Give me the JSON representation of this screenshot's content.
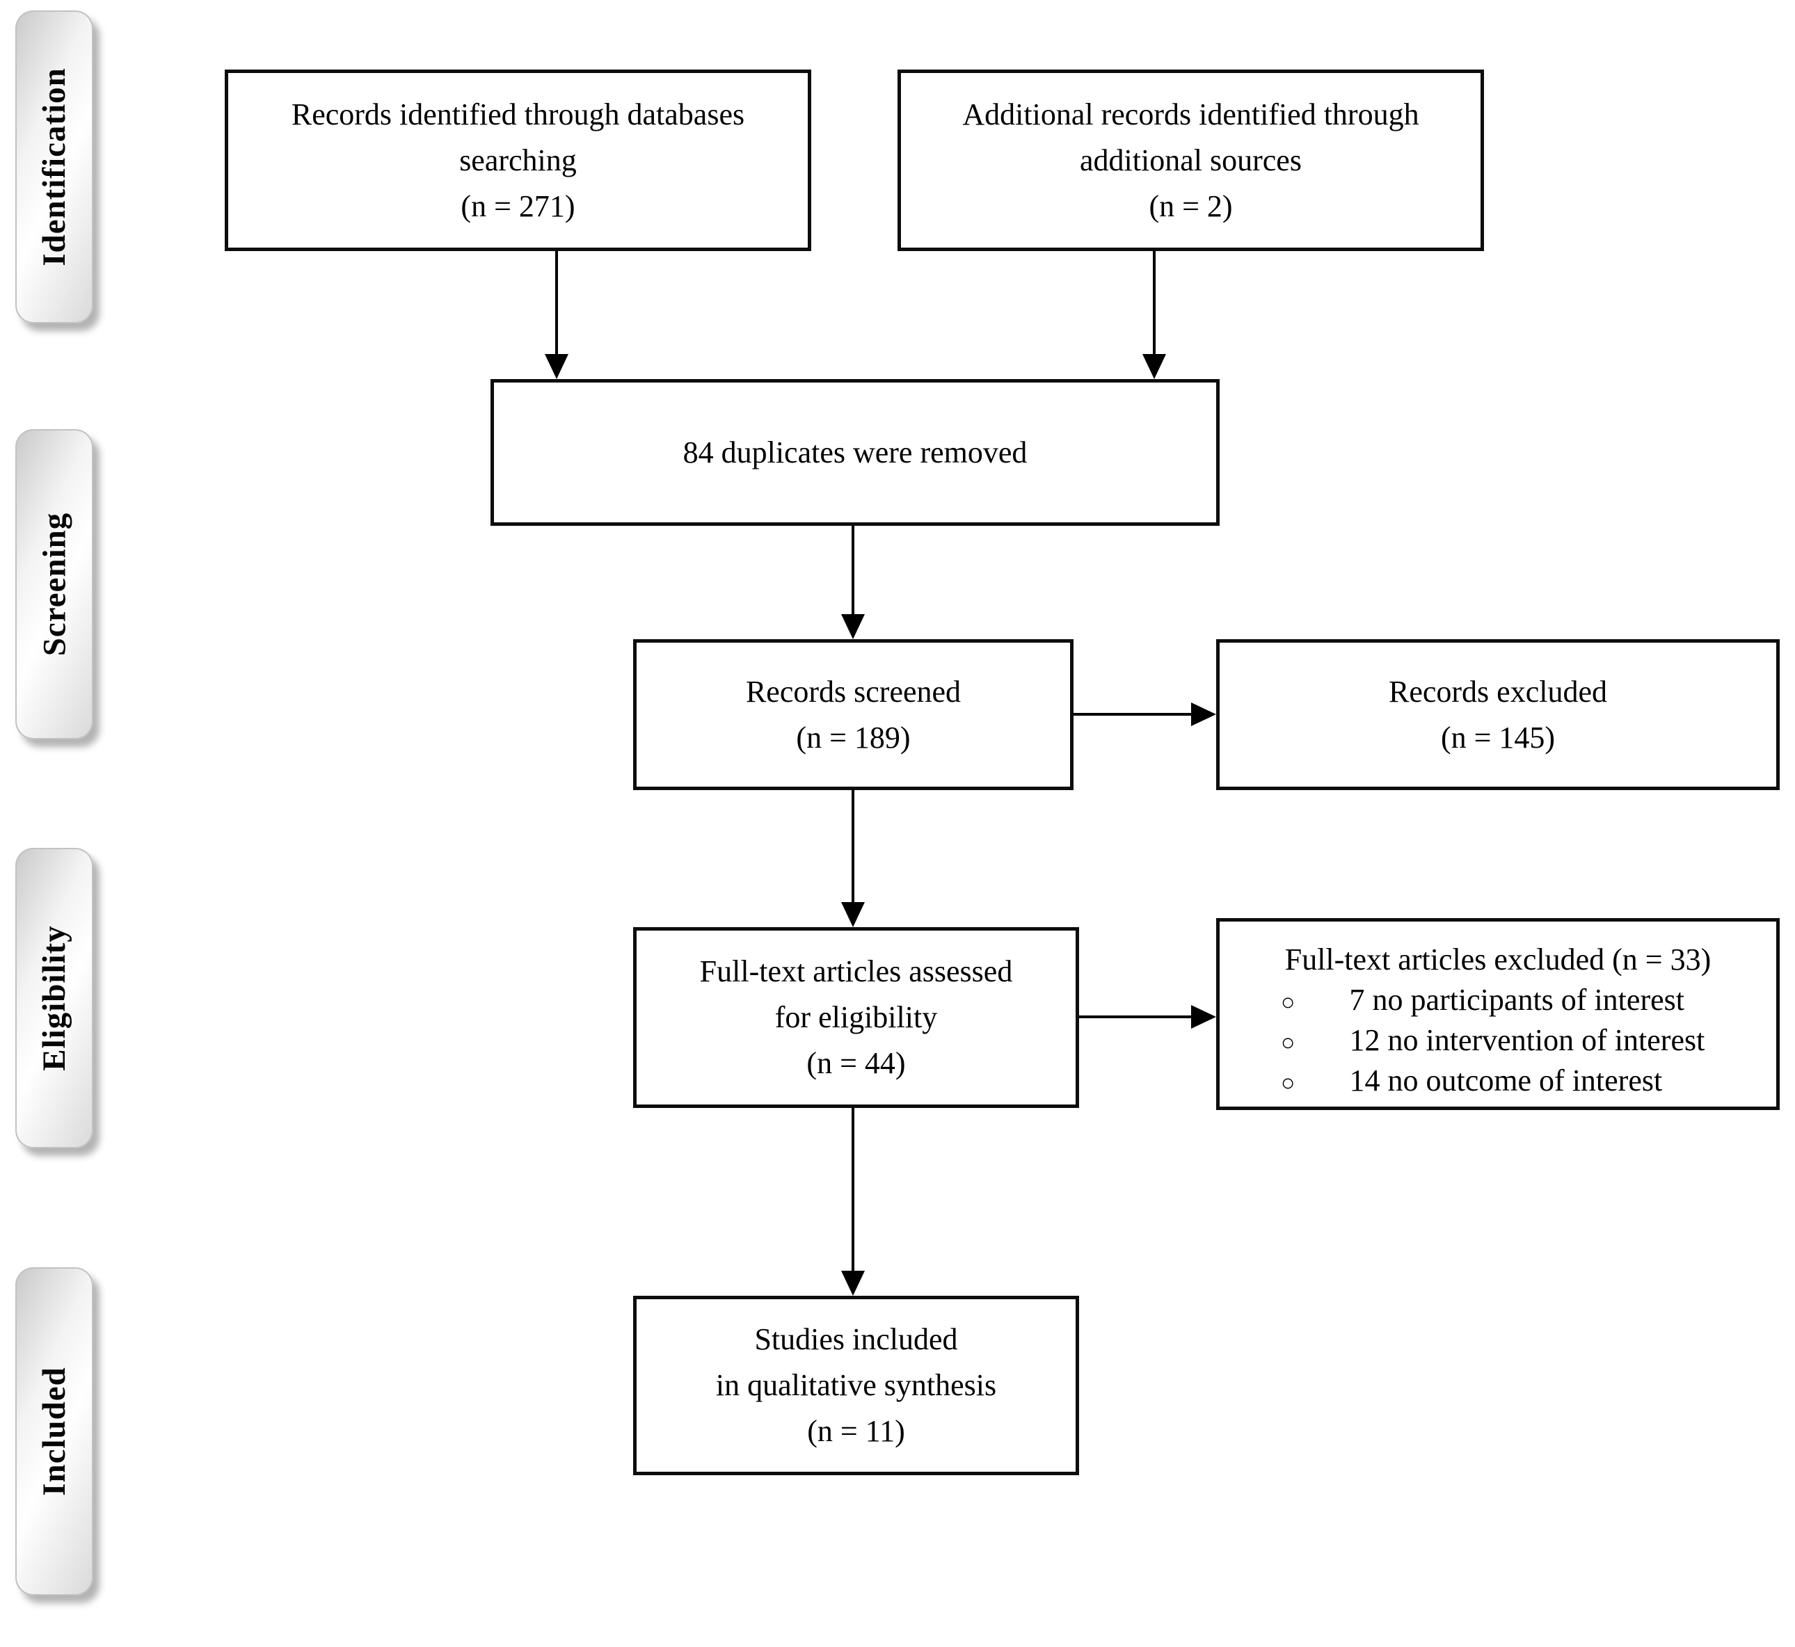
{
  "colors": {
    "line": "#000000",
    "box_border": "#0d0d0d",
    "box_fill": "#ffffff",
    "ribbon_light": "#ffffff",
    "ribbon_dark": "#c9c9c9",
    "text": "#000000"
  },
  "sidebar": {
    "stages": [
      {
        "label": "Identification"
      },
      {
        "label": "Screening"
      },
      {
        "label": "Eligibility"
      },
      {
        "label": "Included"
      }
    ]
  },
  "flow": {
    "identified_db": {
      "text": "Records identified through databases\nsearching\n(n = 271)"
    },
    "identified_other": {
      "text": "Additional records identified through\nadditional sources\n(n = 2)"
    },
    "duplicates_removed": {
      "text": "84 duplicates were removed"
    },
    "records_screened": {
      "text": "Records screened\n(n = 189)"
    },
    "records_excluded": {
      "text": "Records excluded\n(n = 145)"
    },
    "fulltext_assessed": {
      "text": "Full-text articles assessed\nfor eligibility\n(n = 44)"
    },
    "fulltext_excluded": {
      "title": "Full-text articles excluded (n = 33)",
      "bullet_glyph": "○",
      "items": [
        "7 no participants of interest",
        "12 no intervention of interest",
        "14 no outcome of interest"
      ]
    },
    "studies_included": {
      "text": "Studies included\nin qualitative synthesis\n(n = 11)"
    }
  }
}
